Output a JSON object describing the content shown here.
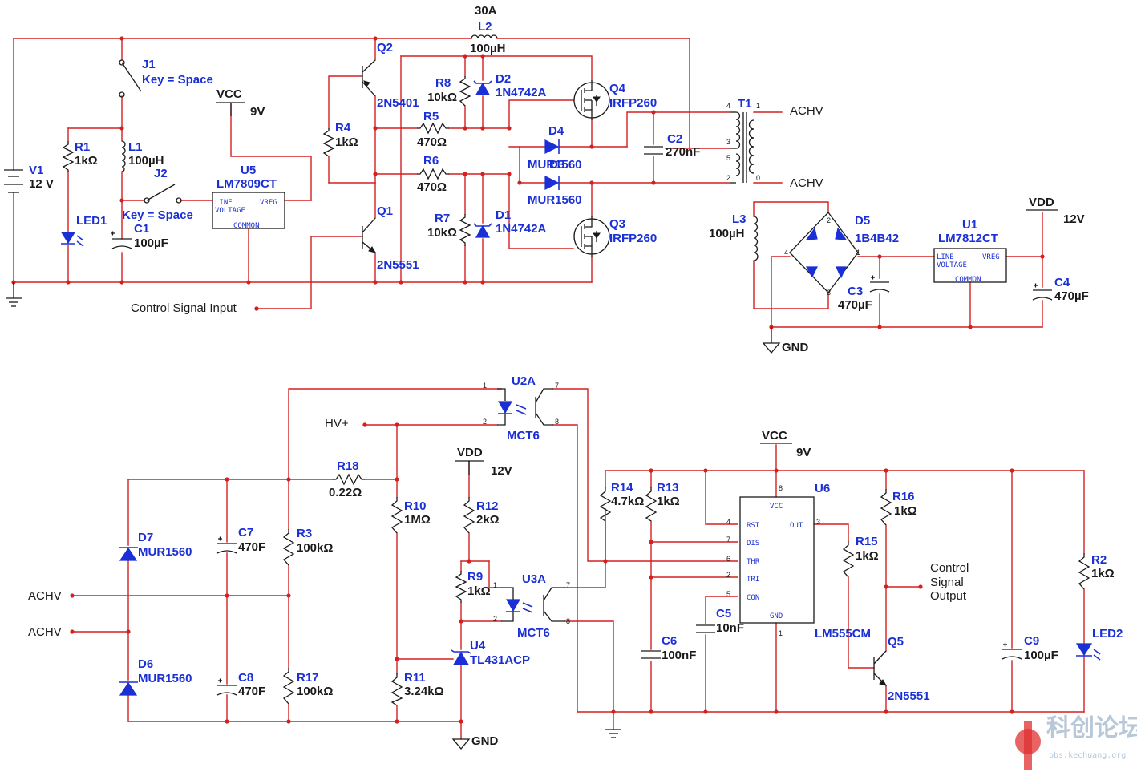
{
  "labels": [
    {
      "text": "30A",
      "cls": "val"
    },
    {
      "text": "L2",
      "cls": "ref"
    },
    {
      "text": "100µH",
      "cls": "val"
    },
    {
      "text": "Q2",
      "cls": "ref"
    },
    {
      "text": "2N5401",
      "cls": "ref"
    },
    {
      "text": "J1",
      "cls": "ref"
    },
    {
      "text": "Key = Space",
      "cls": "ref"
    },
    {
      "text": "VCC",
      "cls": "val"
    },
    {
      "text": "9V",
      "cls": "val"
    },
    {
      "text": "R8",
      "cls": "ref"
    },
    {
      "text": "10kΩ",
      "cls": "val"
    },
    {
      "text": "D2",
      "cls": "ref"
    },
    {
      "text": "1N4742A",
      "cls": "ref"
    },
    {
      "text": "Q4",
      "cls": "ref"
    },
    {
      "text": "IRFP260",
      "cls": "ref"
    },
    {
      "text": "T1",
      "cls": "ref"
    },
    {
      "text": "ACHV",
      "cls": "txt"
    },
    {
      "text": "R1",
      "cls": "ref"
    },
    {
      "text": "1kΩ",
      "cls": "val"
    },
    {
      "text": "L1",
      "cls": "ref"
    },
    {
      "text": "100µH",
      "cls": "val"
    },
    {
      "text": "R4",
      "cls": "ref"
    },
    {
      "text": "1kΩ",
      "cls": "val"
    },
    {
      "text": "R5",
      "cls": "ref"
    },
    {
      "text": "470Ω",
      "cls": "val"
    },
    {
      "text": "D4",
      "cls": "ref"
    },
    {
      "text": "C2",
      "cls": "ref"
    },
    {
      "text": "270nF",
      "cls": "val"
    },
    {
      "text": "V1",
      "cls": "ref"
    },
    {
      "text": "12 V",
      "cls": "val"
    },
    {
      "text": "U5",
      "cls": "ref"
    },
    {
      "text": "LM7809CT",
      "cls": "ref"
    },
    {
      "text": "J2",
      "cls": "ref"
    },
    {
      "text": "R6",
      "cls": "ref"
    },
    {
      "text": "470Ω",
      "cls": "val"
    },
    {
      "text": "MUR1560",
      "cls": "ref"
    },
    {
      "text": "D3",
      "cls": "ref"
    },
    {
      "text": "MUR1560",
      "cls": "ref"
    },
    {
      "text": "ACHV",
      "cls": "txt"
    },
    {
      "text": "VDD",
      "cls": "val"
    },
    {
      "text": "12V",
      "cls": "val"
    },
    {
      "text": "Key = Space",
      "cls": "ref"
    },
    {
      "text": "Q1",
      "cls": "ref"
    },
    {
      "text": "R7",
      "cls": "ref"
    },
    {
      "text": "10kΩ",
      "cls": "val"
    },
    {
      "text": "D1",
      "cls": "ref"
    },
    {
      "text": "1N4742A",
      "cls": "ref"
    },
    {
      "text": "L3",
      "cls": "ref"
    },
    {
      "text": "100µH",
      "cls": "val"
    },
    {
      "text": "D5",
      "cls": "ref"
    },
    {
      "text": "1B4B42",
      "cls": "ref"
    },
    {
      "text": "U1",
      "cls": "ref"
    },
    {
      "text": "LM7812CT",
      "cls": "ref"
    },
    {
      "text": "LED1",
      "cls": "ref"
    },
    {
      "text": "C1",
      "cls": "ref"
    },
    {
      "text": "100µF",
      "cls": "val"
    },
    {
      "text": "Q3",
      "cls": "ref"
    },
    {
      "text": "IRFP260",
      "cls": "ref"
    },
    {
      "text": "C4",
      "cls": "ref"
    },
    {
      "text": "470µF",
      "cls": "val"
    },
    {
      "text": "2N5551",
      "cls": "ref"
    },
    {
      "text": "C3",
      "cls": "ref"
    },
    {
      "text": "470µF",
      "cls": "val"
    },
    {
      "text": "Control Signal Input",
      "cls": "txt"
    },
    {
      "text": "GND",
      "cls": "val"
    },
    {
      "text": "U2A",
      "cls": "ref"
    },
    {
      "text": "HV+",
      "cls": "txt"
    },
    {
      "text": "MCT6",
      "cls": "ref"
    },
    {
      "text": "VCC",
      "cls": "val"
    },
    {
      "text": "9V",
      "cls": "val"
    },
    {
      "text": "VDD",
      "cls": "val"
    },
    {
      "text": "12V",
      "cls": "val"
    },
    {
      "text": "R18",
      "cls": "ref"
    },
    {
      "text": "0.22Ω",
      "cls": "val"
    },
    {
      "text": "R14",
      "cls": "ref"
    },
    {
      "text": "4.7kΩ",
      "cls": "val"
    },
    {
      "text": "R13",
      "cls": "ref"
    },
    {
      "text": "1kΩ",
      "cls": "val"
    },
    {
      "text": "U6",
      "cls": "ref"
    },
    {
      "text": "R12",
      "cls": "ref"
    },
    {
      "text": "2kΩ",
      "cls": "val"
    },
    {
      "text": "R10",
      "cls": "ref"
    },
    {
      "text": "1MΩ",
      "cls": "val"
    },
    {
      "text": "R16",
      "cls": "ref"
    },
    {
      "text": "1kΩ",
      "cls": "val"
    },
    {
      "text": "C7",
      "cls": "ref"
    },
    {
      "text": "470F",
      "cls": "val"
    },
    {
      "text": "R3",
      "cls": "ref"
    },
    {
      "text": "100kΩ",
      "cls": "val"
    },
    {
      "text": "D7",
      "cls": "ref"
    },
    {
      "text": "MUR1560",
      "cls": "ref"
    },
    {
      "text": "R15",
      "cls": "ref"
    },
    {
      "text": "1kΩ",
      "cls": "val"
    },
    {
      "text": "Control",
      "cls": "txt"
    },
    {
      "text": "Signal",
      "cls": "txt"
    },
    {
      "text": "Output",
      "cls": "txt"
    },
    {
      "text": "R2",
      "cls": "ref"
    },
    {
      "text": "1kΩ",
      "cls": "val"
    },
    {
      "text": "R9",
      "cls": "ref"
    },
    {
      "text": "1kΩ",
      "cls": "val"
    },
    {
      "text": "U3A",
      "cls": "ref"
    },
    {
      "text": "ACHV",
      "cls": "txt"
    },
    {
      "text": "C5",
      "cls": "ref"
    },
    {
      "text": "10nF",
      "cls": "val"
    },
    {
      "text": "ACHV",
      "cls": "txt"
    },
    {
      "text": "MCT6",
      "cls": "ref"
    },
    {
      "text": "LM555CM",
      "cls": "ref"
    },
    {
      "text": "LED2",
      "cls": "ref"
    },
    {
      "text": "C6",
      "cls": "ref"
    },
    {
      "text": "100nF",
      "cls": "val"
    },
    {
      "text": "Q5",
      "cls": "ref"
    },
    {
      "text": "C9",
      "cls": "ref"
    },
    {
      "text": "100µF",
      "cls": "val"
    },
    {
      "text": "U4",
      "cls": "ref"
    },
    {
      "text": "TL431ACP",
      "cls": "ref"
    },
    {
      "text": "D6",
      "cls": "ref"
    },
    {
      "text": "MUR1560",
      "cls": "ref"
    },
    {
      "text": "C8",
      "cls": "ref"
    },
    {
      "text": "470F",
      "cls": "val"
    },
    {
      "text": "R17",
      "cls": "ref"
    },
    {
      "text": "100kΩ",
      "cls": "val"
    },
    {
      "text": "R11",
      "cls": "ref"
    },
    {
      "text": "3.24kΩ",
      "cls": "val"
    },
    {
      "text": "2N5551",
      "cls": "ref"
    },
    {
      "text": "GND",
      "cls": "val"
    }
  ],
  "ic_text": [
    {
      "text": "LINE"
    },
    {
      "text": "VOLTAGE"
    },
    {
      "text": "VREG"
    },
    {
      "text": "COMMON"
    },
    {
      "text": "LINE"
    },
    {
      "text": "VOLTAGE"
    },
    {
      "text": "VREG"
    },
    {
      "text": "COMMON"
    },
    {
      "text": "VCC"
    },
    {
      "text": "RST"
    },
    {
      "text": "OUT"
    },
    {
      "text": "DIS"
    },
    {
      "text": "THR"
    },
    {
      "text": "TRI"
    },
    {
      "text": "CON"
    },
    {
      "text": "GND"
    }
  ],
  "pin_numbers": [
    {
      "text": "4"
    },
    {
      "text": "1"
    },
    {
      "text": "3"
    },
    {
      "text": "5"
    },
    {
      "text": "2"
    },
    {
      "text": "0"
    },
    {
      "text": "2"
    },
    {
      "text": "4"
    },
    {
      "text": "1"
    },
    {
      "text": "3"
    },
    {
      "text": "1"
    },
    {
      "text": "2"
    },
    {
      "text": "7"
    },
    {
      "text": "8"
    },
    {
      "text": "1"
    },
    {
      "text": "2"
    },
    {
      "text": "7"
    },
    {
      "text": "8"
    },
    {
      "text": "8"
    },
    {
      "text": "4"
    },
    {
      "text": "3"
    },
    {
      "text": "7"
    },
    {
      "text": "6"
    },
    {
      "text": "2"
    },
    {
      "text": "5"
    },
    {
      "text": "1"
    }
  ],
  "watermark": {
    "title": "科创论坛",
    "url": "bbs.kechuang.org",
    "colors": {
      "text": "#b8c8d8",
      "logo": "#e03030"
    }
  },
  "colors": {
    "wire": "#d42020",
    "component": "#1b2fd6",
    "text": "#1a1a1a"
  }
}
